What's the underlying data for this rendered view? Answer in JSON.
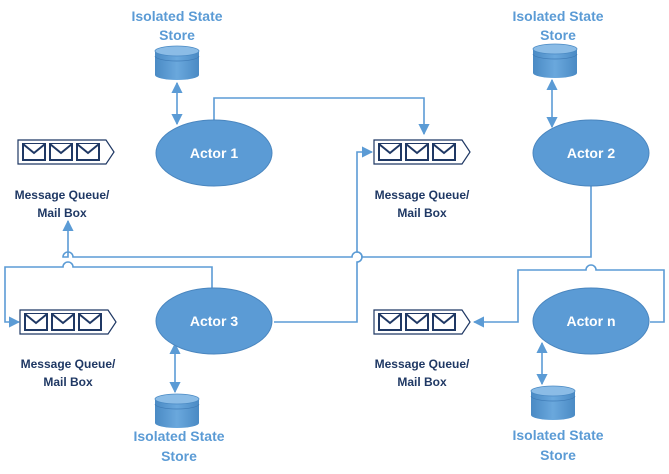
{
  "colors": {
    "actor_fill": "#5b9bd5",
    "store_fill": "#5b9bd5",
    "connector": "#5b9bd5",
    "queue_stroke": "#1f3864",
    "store_label": "#5b9bd5",
    "queue_label": "#1f3864"
  },
  "actors": [
    {
      "id": "actor1",
      "label": "Actor 1"
    },
    {
      "id": "actor2",
      "label": "Actor 2"
    },
    {
      "id": "actor3",
      "label": "Actor 3"
    },
    {
      "id": "actorn",
      "label": "Actor n"
    }
  ],
  "stores": [
    {
      "id": "store1",
      "line1": "Isolated State",
      "line2": "Store"
    },
    {
      "id": "store2",
      "line1": "Isolated State",
      "line2": "Store"
    },
    {
      "id": "store3",
      "line1": "Isolated State",
      "line2": "Store"
    },
    {
      "id": "storen",
      "line1": "Isolated State",
      "line2": "Store"
    }
  ],
  "queues": [
    {
      "id": "queue-top-left",
      "line1": "Message Queue/",
      "line2": "Mail Box",
      "icon": "mail-queue-icon"
    },
    {
      "id": "queue-top-mid",
      "line1": "Message Queue/",
      "line2": "Mail Box",
      "icon": "mail-queue-icon"
    },
    {
      "id": "queue-bottom-left",
      "line1": "Message Queue/",
      "line2": "Mail Box",
      "icon": "mail-queue-icon"
    },
    {
      "id": "queue-bottom-mid",
      "line1": "Message Queue/",
      "line2": "Mail Box",
      "icon": "mail-queue-icon"
    }
  ]
}
